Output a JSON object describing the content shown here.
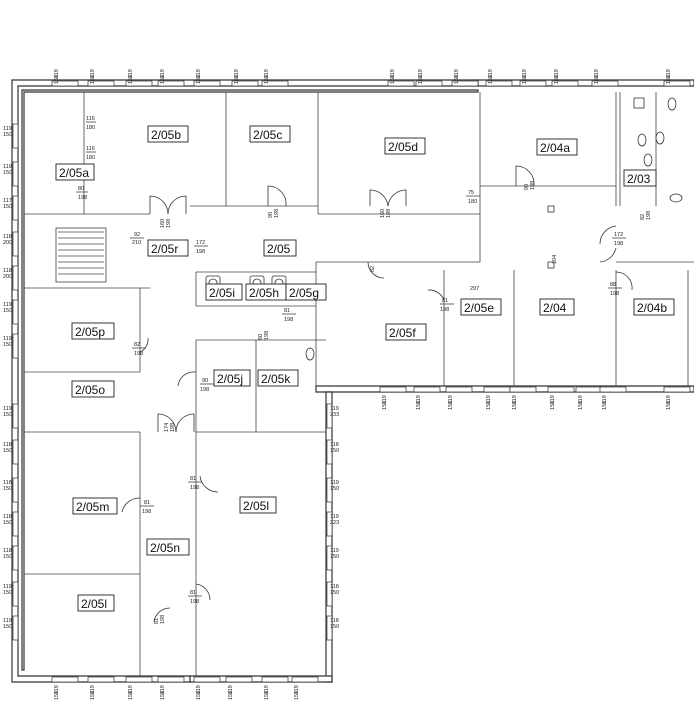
{
  "rooms": {
    "r205a": "2/05a",
    "r205b": "2/05b",
    "r205c": "2/05c",
    "r205d": "2/05d",
    "r204a": "2/04a",
    "r203": "2/03",
    "r205r": "2/05r",
    "r205": "2/05",
    "r205i": "2/05i",
    "r205h": "2/05h",
    "r205g": "2/05g",
    "r205e": "2/05e",
    "r205f": "2/05f",
    "r204": "2/04",
    "r204b": "2/04b",
    "r205p": "2/05p",
    "r205o": "2/05o",
    "r205j": "2/05j",
    "r205k": "2/05k",
    "r205m": "2/05m",
    "r205l_right": "2/05l",
    "r205n": "2/05n",
    "r205l_left": "2/05l"
  },
  "doors": {
    "d1": [
      "116",
      "180"
    ],
    "d2": [
      "116",
      "180"
    ],
    "d3": [
      "80",
      "198"
    ],
    "d4": [
      "160",
      "198"
    ],
    "d5": [
      "90",
      "198"
    ],
    "d6": [
      "160",
      "198"
    ],
    "d7": [
      "75",
      "180"
    ],
    "d8": [
      "90",
      "198"
    ],
    "d9": [
      "92",
      "210"
    ],
    "d10": [
      "172",
      "198"
    ],
    "d11": [
      "172",
      "198"
    ],
    "d12": [
      "82",
      "198"
    ],
    "d13": [
      "88",
      "198"
    ],
    "d14": [
      "81",
      "198"
    ],
    "d15": [
      "82",
      "198"
    ],
    "d16": [
      "90",
      "198"
    ],
    "d17": [
      "174",
      "198"
    ],
    "d18": [
      "81",
      "198"
    ],
    "d19": [
      "81",
      "198"
    ],
    "d20": [
      "81",
      "198"
    ],
    "d21": [
      "81",
      "198"
    ],
    "d22": [
      "60",
      "198"
    ],
    "d23": [
      "70",
      "198"
    ],
    "d24": [
      "60",
      "198"
    ],
    "d25": [
      "81",
      "198"
    ]
  },
  "misc": {
    "w297": "297",
    "w104": "104",
    "w82": "82"
  },
  "windows": {
    "std": [
      "119",
      "150"
    ],
    "alt_a": [
      "119",
      "233"
    ],
    "alt_b": [
      "118",
      "150"
    ],
    "alt_c": [
      "119",
      "223"
    ],
    "alt_d": [
      "118",
      "200"
    ],
    "alt_e": [
      "117",
      "150"
    ]
  }
}
